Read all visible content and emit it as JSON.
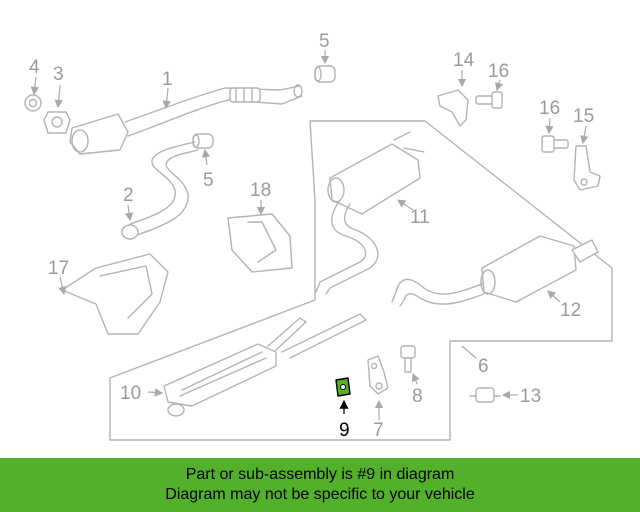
{
  "labels": {
    "p1": "1",
    "p2": "2",
    "p3": "3",
    "p4": "4",
    "p5a": "5",
    "p5b": "5",
    "p6": "6",
    "p7": "7",
    "p8": "8",
    "p9": "9",
    "p10": "10",
    "p11": "11",
    "p12": "12",
    "p13": "13",
    "p14": "14",
    "p15": "15",
    "p16a": "16",
    "p16b": "16",
    "p17": "17",
    "p18": "18"
  },
  "highlight": {
    "part": "9",
    "color": "#53b02a"
  },
  "banner": {
    "line1": "Part or sub-assembly is #9 in diagram",
    "line2": "Diagram may not be specific to your vehicle",
    "color": "#53b02a"
  }
}
